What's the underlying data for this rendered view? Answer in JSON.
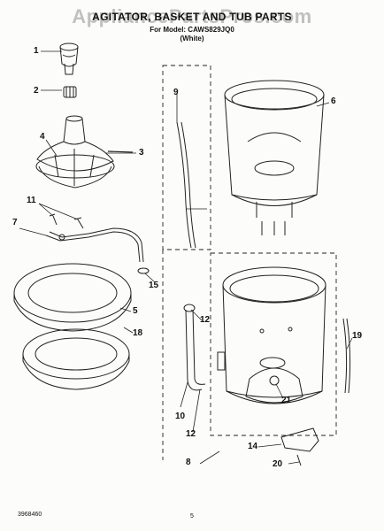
{
  "header": {
    "title": "AGITATOR, BASKET AND TUB PARTS",
    "model": "For Model: CAWS829JQ0",
    "color": "(White)"
  },
  "watermark": "AppliancePartsPros.com",
  "callouts": [
    "1",
    "2",
    "3",
    "4",
    "5",
    "6",
    "7",
    "8",
    "9",
    "10",
    "11",
    "12",
    "12",
    "14",
    "15",
    "18",
    "19",
    "20",
    "21"
  ],
  "footer": {
    "code": "3968460",
    "page": "5"
  }
}
